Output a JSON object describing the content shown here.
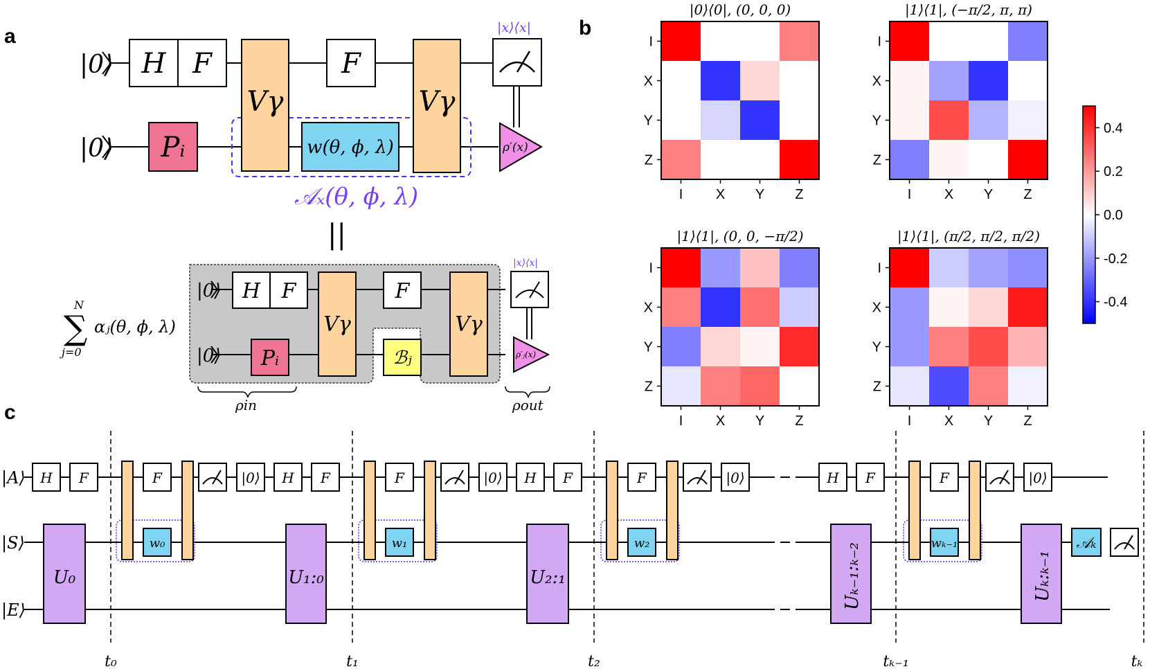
{
  "panel_labels": {
    "a": "a",
    "b": "b",
    "c": "c"
  },
  "panel_a": {
    "ket0": "|0⟩",
    "gate_H": "H",
    "gate_F": "F",
    "gate_V": "Vγ",
    "gate_P": "Pᵢ",
    "gate_w": "w(θ, ϕ, λ)",
    "measure_label": "|x⟩⟨x|",
    "output_state": "ρ′(x)",
    "channel_label": "𝒜ₓ(θ, ϕ, λ)",
    "equals": "||",
    "sum_upper": "N",
    "sum_lower": "j=0",
    "sum_term": "αⱼ(θ, ϕ, λ)",
    "gate_B": "ℬⱼ",
    "output_state_j": "ρ′ⱼ(x)",
    "rho_in": "ρin",
    "rho_out": "ρout"
  },
  "panel_b": {
    "axis_labels": [
      "I",
      "X",
      "Y",
      "Z"
    ],
    "colorbar_ticks": [
      "0.4",
      "0.2",
      "0.0",
      "-0.2",
      "-0.4"
    ],
    "colorbar_values": [
      0.4,
      0.2,
      0.0,
      -0.2,
      -0.4
    ],
    "colorbar_range": [
      -0.5,
      0.5
    ],
    "colormap": "bwr",
    "heatmaps": [
      {
        "title": "|0⟩⟨0|, (0, 0, 0)",
        "values": [
          [
            0.5,
            0,
            0,
            0.25
          ],
          [
            0,
            -0.4,
            0.08,
            0
          ],
          [
            0,
            -0.08,
            -0.4,
            0
          ],
          [
            0.25,
            0,
            0,
            0.5
          ]
        ]
      },
      {
        "title": "|1⟩⟨1|, (−π/2, π, π)",
        "values": [
          [
            0.5,
            0,
            0,
            -0.25
          ],
          [
            0.02,
            -0.18,
            -0.4,
            0
          ],
          [
            0.02,
            0.35,
            -0.15,
            -0.03
          ],
          [
            -0.25,
            0.02,
            0,
            0.5
          ]
        ]
      },
      {
        "title": "|1⟩⟨1|, (0, 0, −π/2)",
        "values": [
          [
            0.5,
            -0.2,
            0.12,
            -0.25
          ],
          [
            0.25,
            -0.4,
            0.28,
            -0.1
          ],
          [
            -0.25,
            0.08,
            0.02,
            0.42
          ],
          [
            -0.05,
            0.25,
            0.3,
            0
          ]
        ]
      },
      {
        "title": "|1⟩⟨1|, (π/2, π/2, π/2)",
        "values": [
          [
            0.5,
            -0.1,
            -0.18,
            -0.22
          ],
          [
            -0.2,
            0.02,
            0.08,
            0.45
          ],
          [
            -0.2,
            0.25,
            0.35,
            0.15
          ],
          [
            -0.05,
            -0.35,
            0.25,
            -0.03
          ]
        ]
      }
    ]
  },
  "panel_c": {
    "wire_labels": [
      "|A⟩",
      "|S⟩",
      "|E⟩"
    ],
    "gate_H": "H",
    "gate_F": "F",
    "reset": "|0⟩",
    "unitaries": [
      "U₀",
      "U₁:₀",
      "U₂:₁",
      "Uₖ₋₁:ₖ₋₂",
      "Uₖ:ₖ₋₁"
    ],
    "w_gates": [
      "w₀",
      "w₁",
      "w₂",
      "wₖ₋₁"
    ],
    "final_channel": "𝒜ₖ",
    "time_labels": [
      "t₀",
      "t₁",
      "t₂",
      "tₖ₋₁",
      "tₖ"
    ]
  }
}
